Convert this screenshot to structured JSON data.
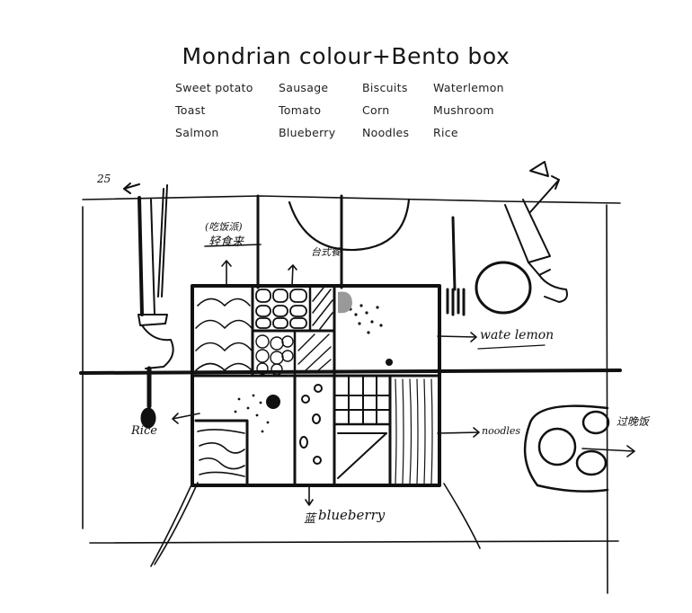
{
  "title": "Mondrian colour+Bento box",
  "legend": {
    "columns": [
      [
        "Sweet potato",
        "Toast",
        "Salmon"
      ],
      [
        "Sausage",
        "Tomato",
        "Blueberry"
      ],
      [
        "Biscuits",
        "Corn",
        "Noodles"
      ],
      [
        "Waterlemon",
        "Mushroom",
        "Rice"
      ]
    ]
  },
  "sketch": {
    "annotations": {
      "top_left_mark": "25",
      "chinese_note_top": "(吃饭派)",
      "chinese_note_left": "轻食来",
      "chinese_note_mid": "台式餐",
      "watermelon_label": "wate lemon",
      "rice_label": "Rice",
      "noodles_label": "noodles",
      "chinese_note_right": "过晚饭",
      "blueberry_label": "blueberry",
      "blueberry_prefix": "蓝"
    }
  }
}
